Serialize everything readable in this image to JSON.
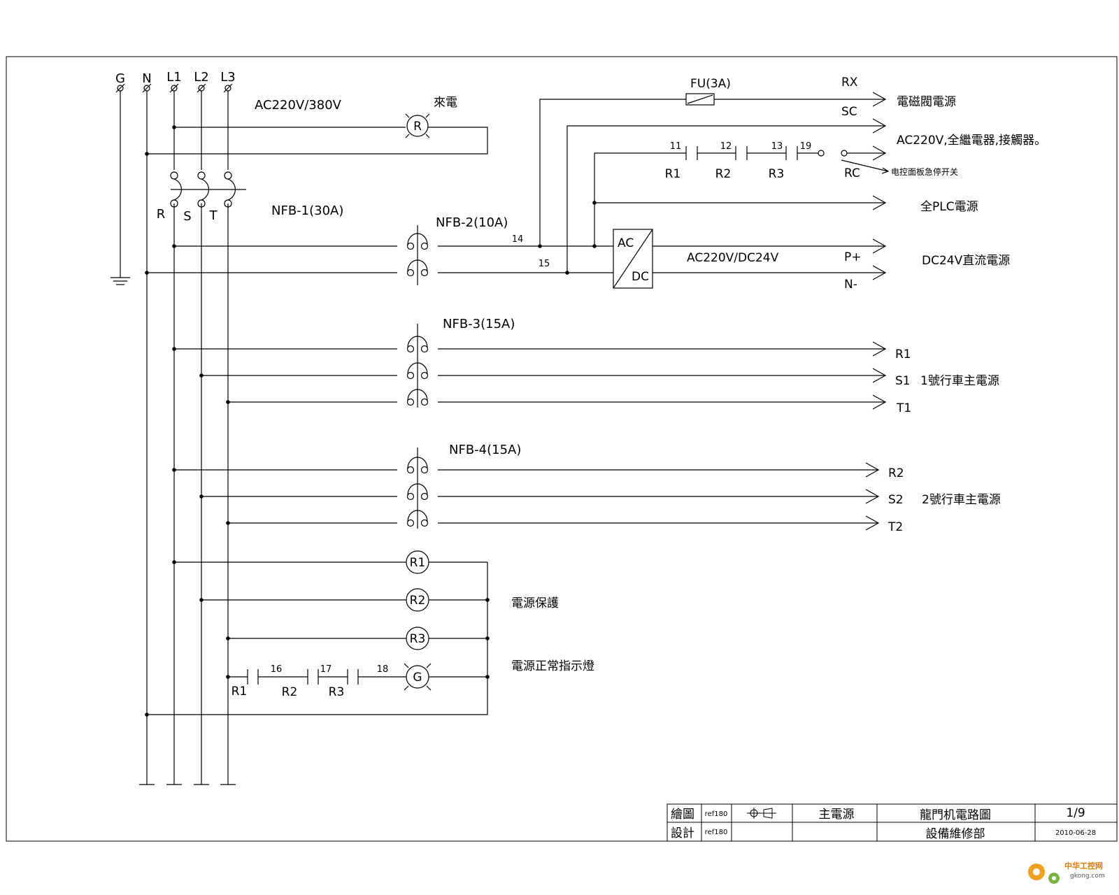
{
  "terminals": {
    "g": "G",
    "n": "N",
    "l1": "L1",
    "l2": "L2",
    "l3": "L3"
  },
  "supply": "AC220V/380V",
  "incoming_lamp": {
    "symbol": "R",
    "label": "來電"
  },
  "main_breaker": {
    "name": "NFB-1(30A)",
    "r": "R",
    "s": "S",
    "t": "T"
  },
  "nfb2": {
    "name": "NFB-2(10A)",
    "wire_14": "14",
    "wire_15": "15",
    "fuse": "FU(3A)",
    "rx": "RX",
    "rx_label": "電磁閥電源",
    "sc": "SC",
    "sc_label": "AC220V,全繼電器,接觸器。",
    "contacts": {
      "n11": "11",
      "n12": "12",
      "n13": "13",
      "n19": "19",
      "r1": "R1",
      "r2": "R2",
      "r3": "R3"
    },
    "rc": "RC",
    "rc_note": "电控面板急停开关",
    "plc_label": "全PLC電源",
    "converter_ac": "AC",
    "converter_dc": "DC",
    "converter_label": "AC220V/DC24V",
    "p_plus": "P+",
    "n_minus": "N-",
    "dc_label": "DC24V直流電源"
  },
  "nfb3": {
    "name": "NFB-3(15A)",
    "r": "R1",
    "s": "S1",
    "t": "T1",
    "label": "1號行車主電源"
  },
  "nfb4": {
    "name": "NFB-4(15A)",
    "r": "R2",
    "s": "S2",
    "t": "T2",
    "label": "2號行車主電源"
  },
  "relays": {
    "r1": "R1",
    "r2": "R2",
    "r3": "R3",
    "protection_label": "電源保護"
  },
  "indicator": {
    "n16": "16",
    "n17": "17",
    "n18": "18",
    "c1": "R1",
    "c2": "R2",
    "c3": "R3",
    "lamp": "G",
    "label": "電源正常指示燈"
  },
  "title_block": {
    "drawn_label": "繪圖",
    "drawn_by": "ref180",
    "design_label": "設計",
    "designed_by": "ref180",
    "section": "主電源",
    "title": "龍門机電路圖",
    "sheet": "1/9",
    "department": "設備維修部",
    "date": "2010-06-28"
  },
  "watermark": {
    "brand": "中华工控网",
    "url": "gkong.com"
  }
}
